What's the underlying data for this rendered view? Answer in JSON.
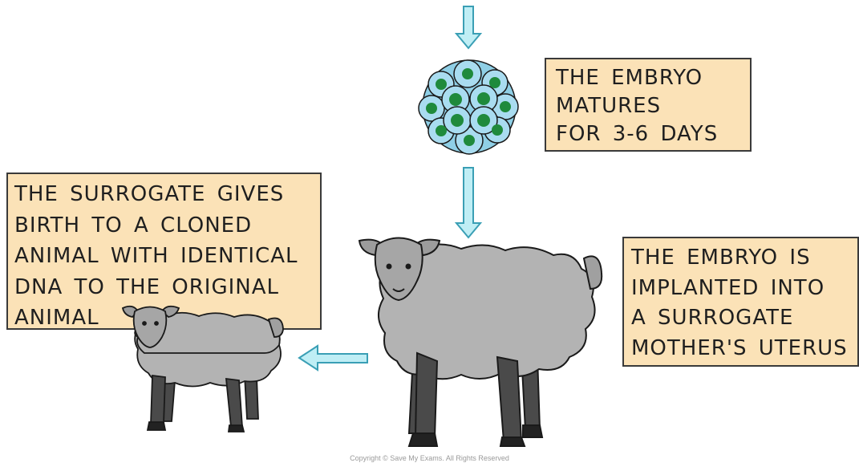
{
  "labels": {
    "embryo_matures": [
      "THE EMBRYO",
      "MATURES",
      "FOR 3-6 DAYS"
    ],
    "surrogate_birth": [
      "THE SURROGATE GIVES",
      "BIRTH TO A CLONED",
      "ANIMAL WITH IDENTICAL",
      "DNA TO THE ORIGINAL",
      "ANIMAL"
    ],
    "implanted": [
      "THE EMBRYO IS",
      "IMPLANTED INTO",
      "A SURROGATE",
      "MOTHER'S UTERUS"
    ]
  },
  "copyright": "Copyright © Save My Exams. All Rights Reserved",
  "colors": {
    "label_fill": "#fbe2b7",
    "arrow_fill": "#bfeef5",
    "arrow_stroke": "#3a9fb5",
    "cell_light": "#a9dcf0",
    "cell_nucleus": "#1f8a3c",
    "wool": "#b3b3b3",
    "legs": "#4a4a4a"
  },
  "icons": [
    "down-arrow-icon",
    "left-arrow-icon",
    "embryo-cells-icon",
    "adult-sheep-icon",
    "lamb-icon"
  ]
}
